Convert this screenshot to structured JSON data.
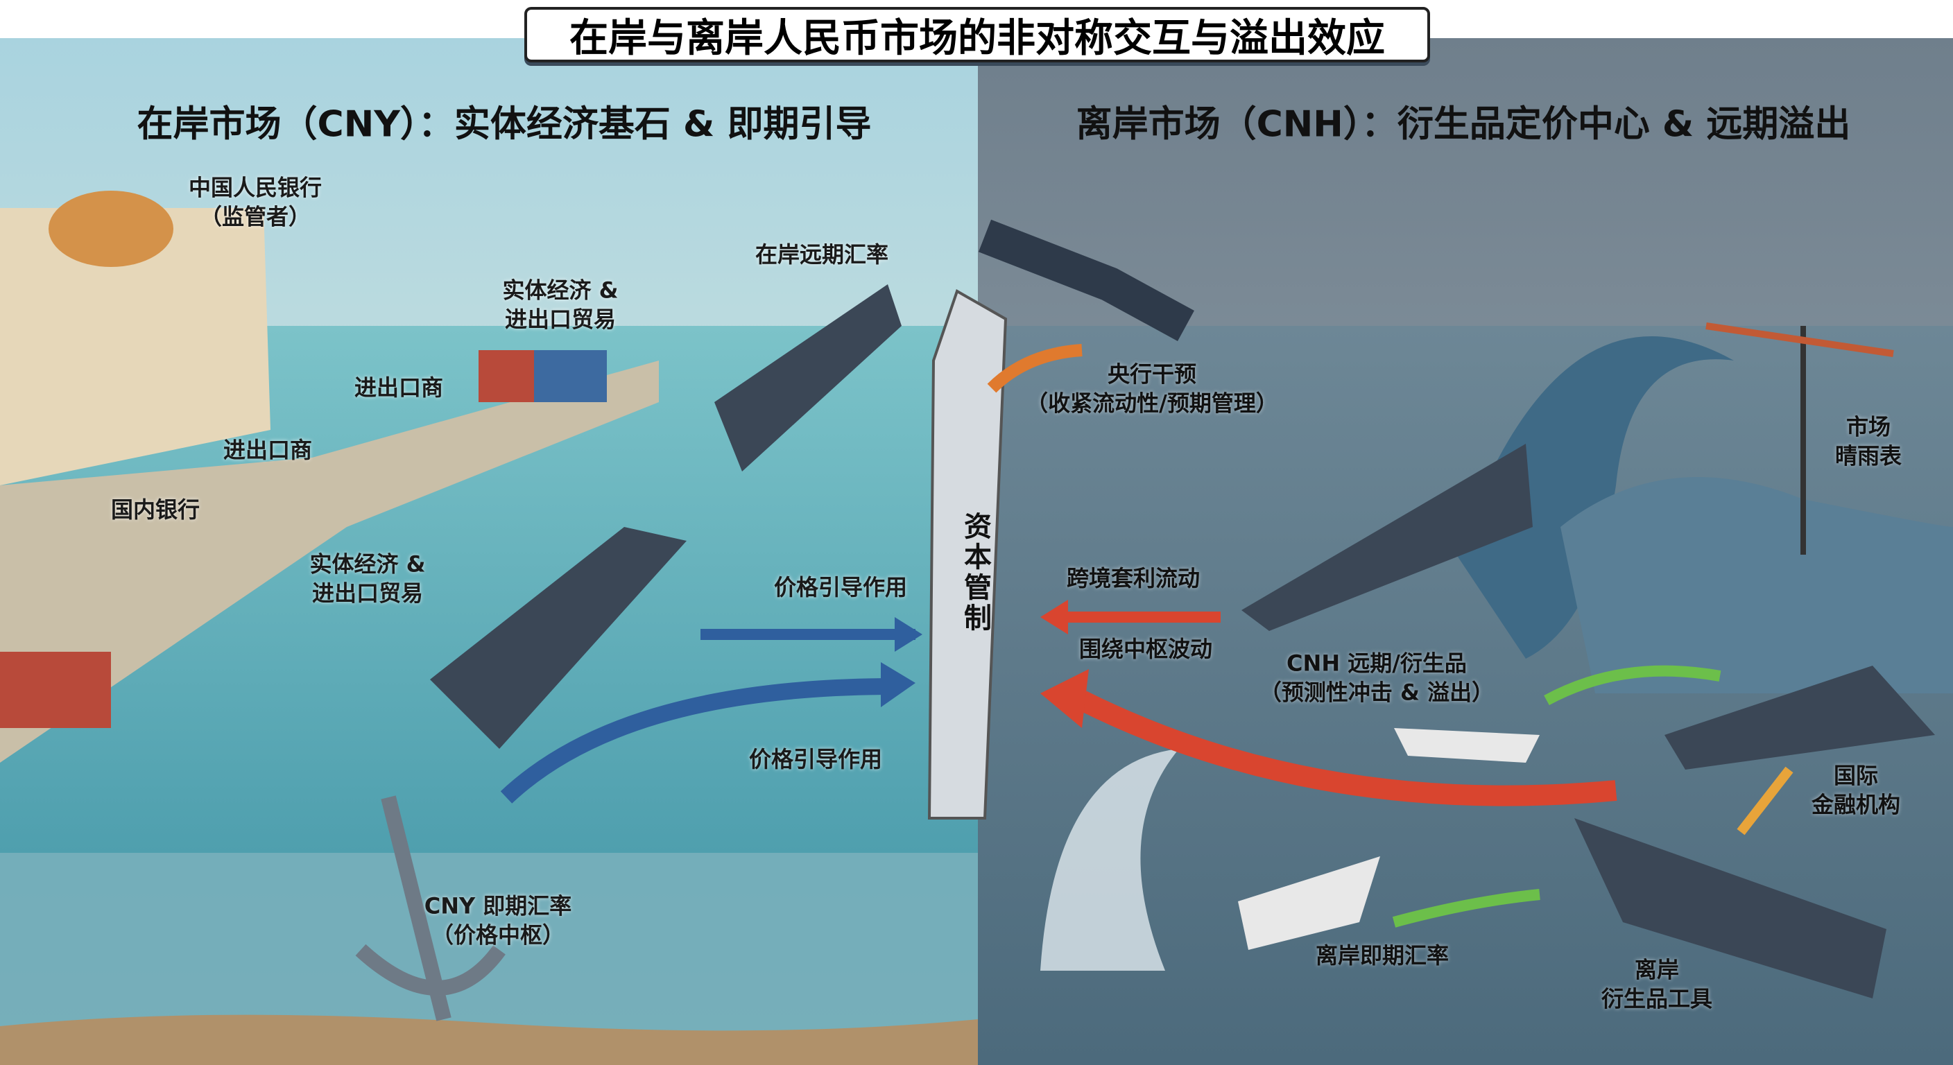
{
  "title": "在岸与离岸人民币市场的非对称交互与溢出效应",
  "onshore": {
    "heading": "在岸市场（CNY）：实体经济基石 & 即期引导",
    "labels": {
      "pboc": "中国人民银行",
      "pboc_role": "（监管者）",
      "forward_rate": "在岸远期汇率",
      "real_economy_1": "实体经济 &",
      "trade_1": "进出口贸易",
      "trader_1": "进出口商",
      "trader_2": "进出口商",
      "domestic_bank": "国内银行",
      "real_economy_2": "实体经济 &",
      "trade_2": "进出口贸易",
      "price_guide_1": "价格引导作用",
      "price_guide_2": "价格引导作用",
      "spot_rate": "CNY 即期汇率",
      "spot_rate_role": "（价格中枢）"
    }
  },
  "barrier": "资本管制",
  "offshore": {
    "heading": "离岸市场（CNH）：衍生品定价中心 & 远期溢出",
    "labels": {
      "intervention": "央行干预",
      "intervention_detail": "（收紧流动性/预期管理）",
      "arbitrage": "跨境套利流动",
      "fluctuation": "围绕中枢波动",
      "cnh_derivatives": "CNH 远期/衍生品",
      "cnh_derivatives_detail": "（预测性冲击 & 溢出）",
      "barometer_1": "市场",
      "barometer_2": "晴雨表",
      "intl_1": "国际",
      "intl_2": "金融机构",
      "offshore_spot": "离岸即期汇率",
      "offshore_deriv_1": "离岸",
      "offshore_deriv_2": "衍生品工具"
    }
  },
  "colors": {
    "onshore_sea": "#6fb8c4",
    "offshore_sea": "#5f7d8e",
    "arrow_blue": "#2f5f9e",
    "arrow_red": "#d9452f",
    "arrow_green": "#6cbf4a",
    "arrow_orange": "#e07a2e"
  }
}
